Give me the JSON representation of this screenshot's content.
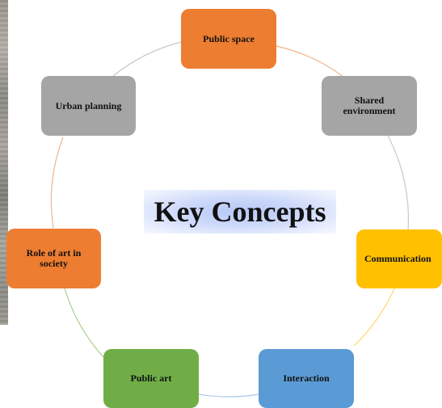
{
  "diagram": {
    "title": "Key Concepts",
    "nodes": [
      {
        "id": "public-space",
        "label": "Public space",
        "color": "#ed7d31"
      },
      {
        "id": "shared-environment",
        "label": "Shared environment",
        "color": "#a5a5a5"
      },
      {
        "id": "communication",
        "label": "Communication",
        "color": "#ffc000"
      },
      {
        "id": "interaction",
        "label": "Interaction",
        "color": "#5b9bd5"
      },
      {
        "id": "public-art",
        "label": "Public art",
        "color": "#70ad47"
      },
      {
        "id": "role-of-art",
        "label": "Role of art in society",
        "color": "#ed7d31"
      },
      {
        "id": "urban-planning",
        "label": "Urban planning",
        "color": "#a5a5a5"
      }
    ],
    "connector_color": "#c9c9c9"
  }
}
